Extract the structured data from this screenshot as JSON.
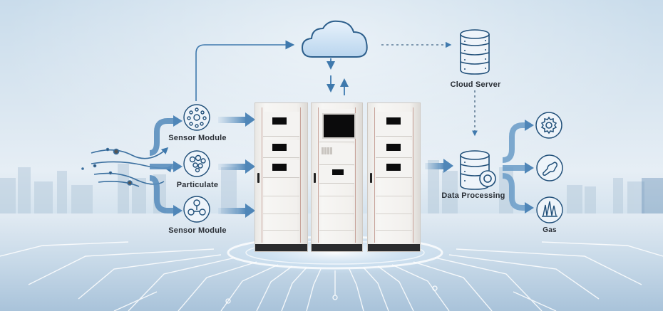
{
  "diagram": {
    "title": "Environmental sensor data flow to cloud and processing",
    "nodes": {
      "sensor_module_top": {
        "label": "Sensor Module",
        "icon": "sensor-dots-icon"
      },
      "particulate": {
        "label": "Particulate",
        "icon": "particulate-icon"
      },
      "sensor_module_bottom": {
        "label": "Sensor Module",
        "icon": "molecule-icon"
      },
      "cloud": {
        "label": "",
        "icon": "cloud-icon"
      },
      "cloud_server": {
        "label": "Cloud Server",
        "icon": "database-icon"
      },
      "data_processing": {
        "label": "Data Processing",
        "icon": "database-gear-icon"
      },
      "output_settings": {
        "label": "",
        "icon": "gear-icon"
      },
      "output_probe": {
        "label": "",
        "icon": "probe-icon"
      },
      "gas": {
        "label": "Gas",
        "icon": "flame-icon"
      },
      "analyzer_cabinets": {
        "count": 3,
        "icon": "server-cabinet-icon"
      },
      "air_inflow": {
        "icon": "wind-icon"
      }
    },
    "colors": {
      "arrow": "#4f86b8",
      "icon_stroke": "#1f4e78",
      "cloud_fill": "#cfe3f3",
      "circuit": "#ffffff"
    }
  }
}
